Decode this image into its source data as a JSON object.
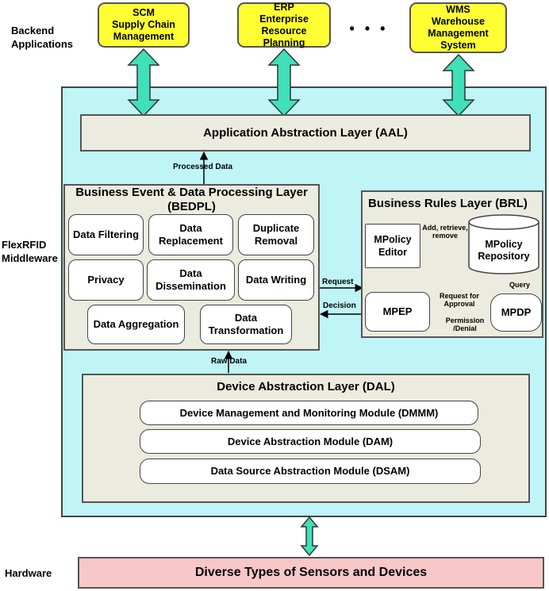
{
  "left_labels": {
    "backend": "Backend\nApplications",
    "middleware": "FlexRFID\nMiddleware",
    "hardware": "Hardware"
  },
  "backend_apps": [
    {
      "title": "SCM",
      "subtitle": "Supply Chain Management"
    },
    {
      "title": "ERP",
      "subtitle": "Enterprise Resource Planning"
    },
    {
      "title": "WMS",
      "subtitle": "Warehouse Management System"
    }
  ],
  "ellipsis": "• • •",
  "aal": {
    "label": "Application Abstraction Layer (AAL)"
  },
  "bedpl": {
    "title": "Business Event & Data Processing Layer (BEDPL)",
    "modules": [
      "Data Filtering",
      "Data Replacement",
      "Duplicate Removal",
      "Privacy",
      "Data Dissemination",
      "Data Writing",
      "Data Aggregation",
      "Data Transformation"
    ]
  },
  "brl": {
    "title": "Business Rules Layer (BRL)",
    "mpolicy_editor": "MPolicy Editor",
    "mpolicy_repository": "MPolicy Repository",
    "mpep": "MPEP",
    "mpdp": "MPDP",
    "edge_editor_repo": "Add, retrieve, remove",
    "edge_query": "Query",
    "edge_request_approval": "Request for Approval",
    "edge_permission": "Permission /Denial"
  },
  "edges": {
    "processed_data": "Processed Data",
    "request": "Request",
    "decision": "Decision",
    "raw_data": "Raw Data"
  },
  "dal": {
    "title": "Device Abstraction Layer (DAL)",
    "modules": [
      "Device Management and Monitoring Module (DMMM)",
      "Device Abstraction Module (DAM)",
      "Data Source Abstraction Module (DSAM)"
    ]
  },
  "hardware": {
    "label": "Diverse Types of Sensors and Devices"
  },
  "colors": {
    "middleware_bg": "#bff5f7",
    "backend_bg": "#ffff33",
    "hardware_bg": "#f8c8c8",
    "arrow_fill": "#40e0b8",
    "layer_bg": "#ecebdf"
  }
}
